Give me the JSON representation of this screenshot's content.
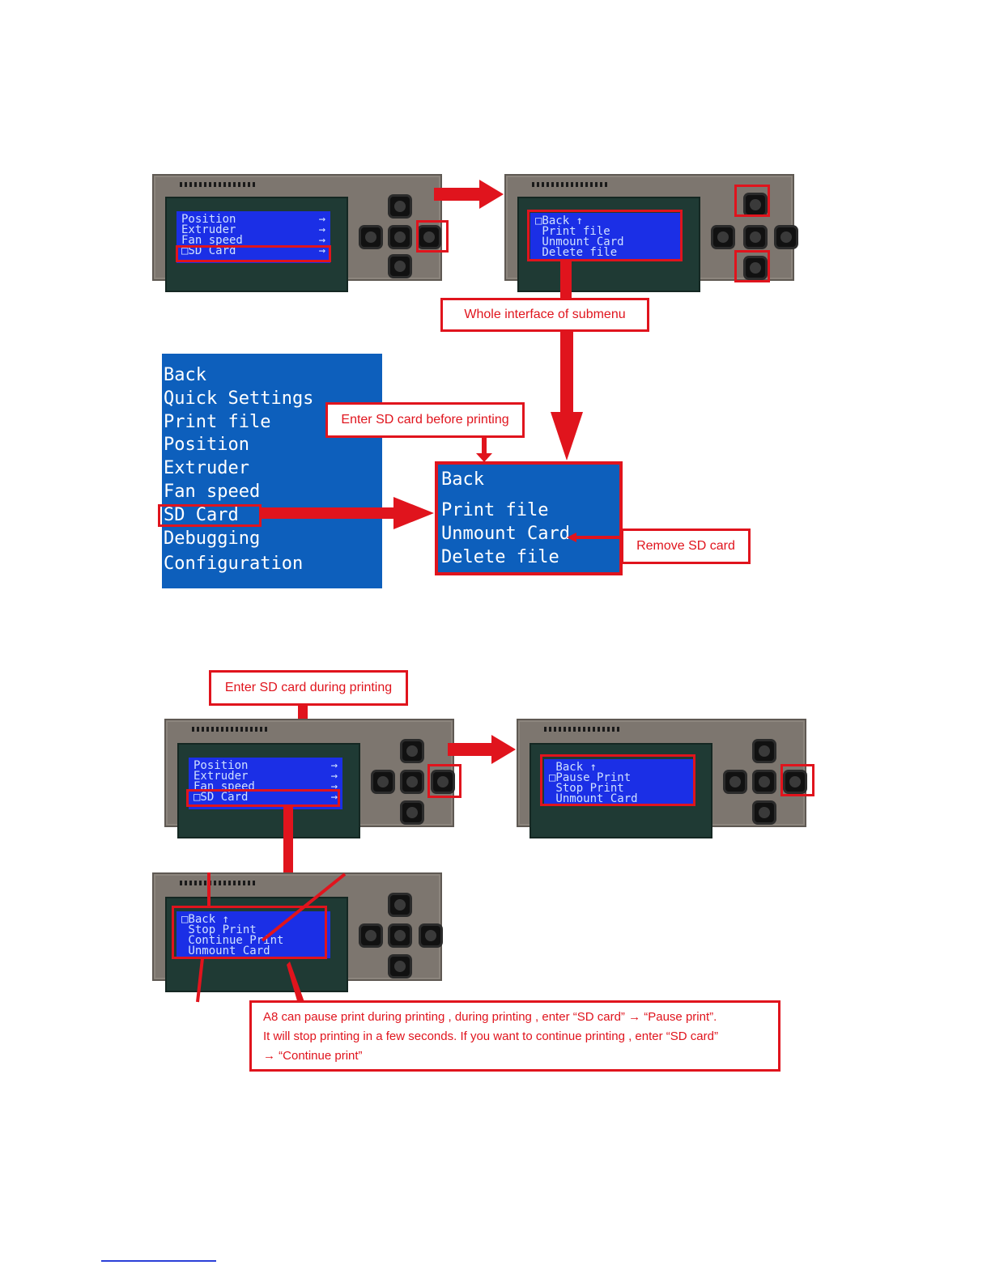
{
  "colors": {
    "accent_red": "#e0141d",
    "lcd_blue": "#1b2fe6",
    "menu_blue": "#0d5fbc",
    "footer_blue": "#2b3fd8"
  },
  "board1": {
    "rows": [
      {
        "text": "Position",
        "arrow": "→"
      },
      {
        "text": "Extruder",
        "arrow": "→"
      },
      {
        "text": "Fan speed",
        "arrow": "→"
      },
      {
        "text": "□SD Card",
        "arrow": "→"
      }
    ]
  },
  "board2": {
    "rows": [
      {
        "text": "□Back ↑",
        "arrow": ""
      },
      {
        "text": " Print file",
        "arrow": ""
      },
      {
        "text": " Unmount Card",
        "arrow": ""
      },
      {
        "text": " Delete file",
        "arrow": ""
      }
    ]
  },
  "labels": {
    "whole_interface": "Whole interface of submenu",
    "enter_before": "Enter SD card before printing",
    "remove_sd": "Remove SD card",
    "enter_during": "Enter SD card during printing"
  },
  "main_menu": [
    "Back",
    "Quick Settings",
    "Print file",
    "Position",
    "Extruder",
    "Fan speed",
    "SD Card",
    "Debugging",
    "Configuration"
  ],
  "sd_submenu": [
    "Back",
    "Print file",
    "Unmount Card",
    "Delete file"
  ],
  "board3": {
    "rows": [
      {
        "text": "Position",
        "arrow": "→"
      },
      {
        "text": "Extruder",
        "arrow": "→"
      },
      {
        "text": "Fan speed",
        "arrow": "→"
      },
      {
        "text": "□SD Card",
        "arrow": "→"
      }
    ]
  },
  "board4": {
    "rows": [
      {
        "text": " Back ↑",
        "arrow": ""
      },
      {
        "text": "□Pause Print",
        "arrow": ""
      },
      {
        "text": " Stop Print",
        "arrow": ""
      },
      {
        "text": " Unmount Card",
        "arrow": ""
      }
    ]
  },
  "board5": {
    "rows": [
      {
        "text": "□Back ↑",
        "arrow": ""
      },
      {
        "text": " Stop Print",
        "arrow": ""
      },
      {
        "text": " Continue Print",
        "arrow": ""
      },
      {
        "text": " Unmount Card",
        "arrow": ""
      }
    ]
  },
  "note": {
    "line1": "A8 can pause print during printing , during printing , enter “SD card” → “Pause print”.",
    "line2": "It will stop printing in a few seconds. If you want to continue printing , enter “SD card”",
    "line3": "→ “Continue print”"
  }
}
